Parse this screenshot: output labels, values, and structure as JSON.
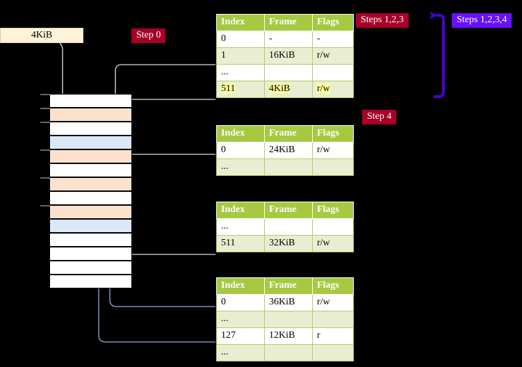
{
  "diagram": {
    "title": "four-level-page-table-walk",
    "background_color": "#000000"
  },
  "caption_box": {
    "label": "4KiB",
    "fill_color": "#fcf3d9",
    "border_color": "#d8cfa8"
  },
  "badges": [
    {
      "name": "step-0",
      "label": "Step 0",
      "color": "#a80028"
    },
    {
      "name": "steps-1-2-3",
      "label": "Steps 1,2,3",
      "color": "#a80028"
    },
    {
      "name": "steps-1-2-3-4",
      "label": "Steps 1,2,3,4",
      "color": "#6a0ffb"
    },
    {
      "name": "step-4",
      "label": "Step 4",
      "color": "#a80028"
    }
  ],
  "memory_column": {
    "name": "physical-memory-frames",
    "row_count": 14,
    "colors": {
      "free": "#ffffff",
      "used": "#fce1cc",
      "table": "#dbe8f7"
    },
    "rows": [
      {
        "index": 0,
        "fill": "free"
      },
      {
        "index": 1,
        "fill": "used"
      },
      {
        "index": 2,
        "fill": "free"
      },
      {
        "index": 3,
        "fill": "table"
      },
      {
        "index": 4,
        "fill": "used"
      },
      {
        "index": 5,
        "fill": "free"
      },
      {
        "index": 6,
        "fill": "used"
      },
      {
        "index": 7,
        "fill": "free"
      },
      {
        "index": 8,
        "fill": "used"
      },
      {
        "index": 9,
        "fill": "table"
      },
      {
        "index": 10,
        "fill": "free"
      },
      {
        "index": 11,
        "fill": "free"
      },
      {
        "index": 12,
        "fill": "free"
      },
      {
        "index": 13,
        "fill": "free"
      }
    ]
  },
  "tables": [
    {
      "name": "page-table-level-4",
      "headers": [
        "Index",
        "Frame",
        "Flags"
      ],
      "rows": [
        {
          "style": "plain",
          "highlight": false,
          "cells": [
            "0",
            "-",
            "-"
          ]
        },
        {
          "style": "alt",
          "highlight": false,
          "cells": [
            "1",
            "16KiB",
            "r/w"
          ]
        },
        {
          "style": "plain",
          "highlight": false,
          "cells": [
            "...",
            "",
            ""
          ]
        },
        {
          "style": "alt",
          "highlight": true,
          "cells": [
            "511",
            "4KiB",
            "r/w"
          ]
        }
      ]
    },
    {
      "name": "page-table-level-3",
      "headers": [
        "Index",
        "Frame",
        "Flags"
      ],
      "rows": [
        {
          "style": "plain",
          "highlight": false,
          "cells": [
            "0",
            "24KiB",
            "r/w"
          ]
        },
        {
          "style": "alt",
          "highlight": false,
          "cells": [
            "...",
            "",
            ""
          ]
        }
      ]
    },
    {
      "name": "page-table-level-2",
      "headers": [
        "Index",
        "Frame",
        "Flags"
      ],
      "rows": [
        {
          "style": "plain",
          "highlight": false,
          "cells": [
            "...",
            "",
            ""
          ]
        },
        {
          "style": "alt",
          "highlight": false,
          "cells": [
            "511",
            "32KiB",
            "r/w"
          ]
        }
      ]
    },
    {
      "name": "page-table-level-1",
      "headers": [
        "Index",
        "Frame",
        "Flags"
      ],
      "rows": [
        {
          "style": "plain",
          "highlight": false,
          "cells": [
            "0",
            "36KiB",
            "r/w"
          ]
        },
        {
          "style": "alt",
          "highlight": false,
          "cells": [
            "...",
            "",
            ""
          ]
        },
        {
          "style": "plain",
          "highlight": false,
          "cells": [
            "127",
            "12KiB",
            "r"
          ]
        },
        {
          "style": "alt",
          "highlight": false,
          "cells": [
            "...",
            "",
            ""
          ]
        }
      ]
    }
  ],
  "connector_colors": {
    "grey": "#b9b9b9",
    "blue": "#6f8fbf",
    "purple": "#6a0ffb"
  }
}
